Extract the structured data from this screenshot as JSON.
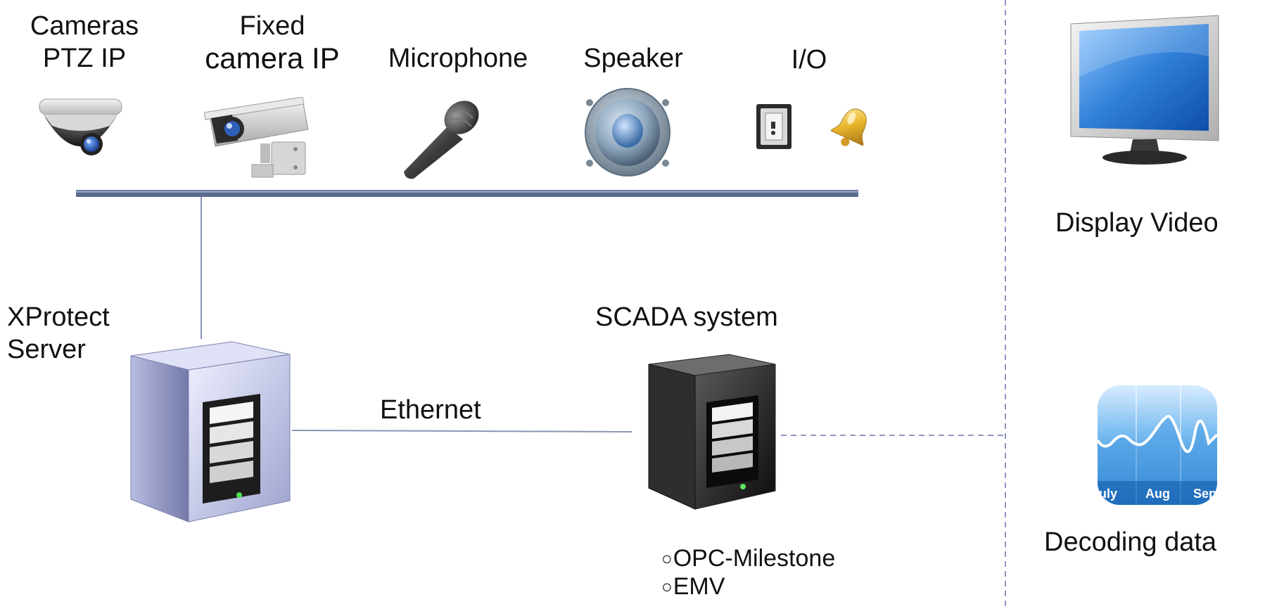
{
  "devices": {
    "ptz_camera": {
      "line1": "Cameras",
      "line2": "PTZ IP"
    },
    "fixed_camera": {
      "line1": "Fixed",
      "line2": "camera IP"
    },
    "microphone": {
      "label": "Microphone"
    },
    "speaker": {
      "label": "Speaker"
    },
    "io": {
      "label": "I/O"
    }
  },
  "xprotect_server": {
    "line1": "XProtect",
    "line2": "Server"
  },
  "scada_system": {
    "label": "SCADA system",
    "protocols": [
      {
        "bullet": "○",
        "text": "OPC-Milestone"
      },
      {
        "bullet": "○",
        "text": "EMV"
      }
    ]
  },
  "link": {
    "label": "Ethernet"
  },
  "outputs": {
    "display": {
      "label": "Display Video"
    },
    "decoding": {
      "label": "Decoding data",
      "chart_month_labels": [
        "July",
        "Aug",
        "Sep"
      ]
    }
  },
  "colors": {
    "bus": "#5a6b8c",
    "connector": "#8a95b5",
    "dashed": "#8d95c0",
    "server_body": "#c9cce8",
    "scada_body": "#1a1a1a"
  }
}
